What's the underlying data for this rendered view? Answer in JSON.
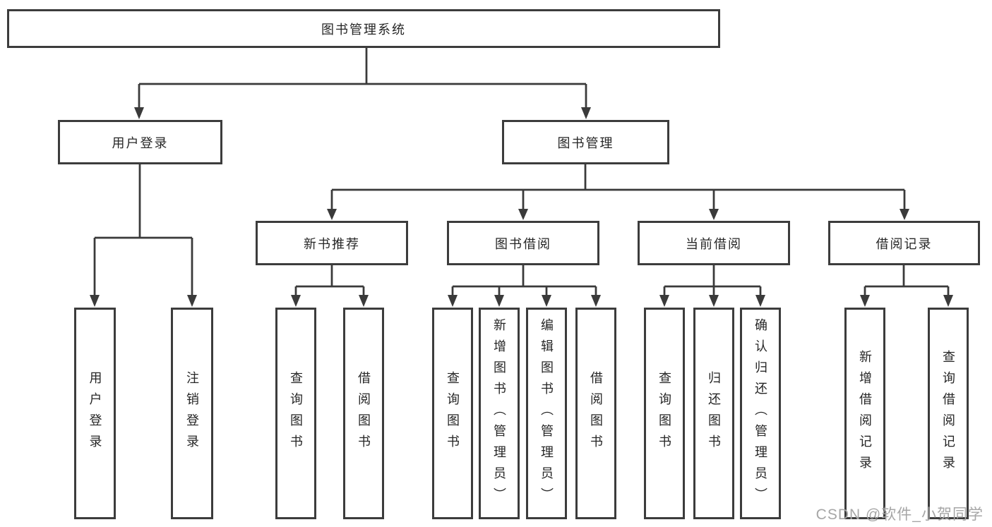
{
  "diagram": {
    "root": "图书管理系统",
    "level2": {
      "user_login": "用户登录",
      "book_mgmt": "图书管理"
    },
    "level3": {
      "new_books": "新书推荐",
      "borrowing": "图书借阅",
      "current": "当前借阅",
      "records": "借阅记录"
    },
    "leaves": {
      "login": "用户登录",
      "logout": "注销登录",
      "nb_query": "查询图书",
      "nb_borrow": "借阅图书",
      "bw_query": "查询图书",
      "bw_add": "新增图书（管理员）",
      "bw_edit": "编辑图书（管理员）",
      "bw_borrow": "借阅图书",
      "cur_query": "查询图书",
      "cur_return": "归还图书",
      "cur_confirm": "确认归还（管理员）",
      "rec_add": "新增借阅记录",
      "rec_query": "查询借阅记录"
    }
  },
  "watermark": "CSDN @软件_小贺同学",
  "colors": {
    "line": "#3a3a3a",
    "border": "#3c3c3c",
    "text": "#262626",
    "watermark": "#a6a6a6",
    "background": "#ffffff"
  }
}
